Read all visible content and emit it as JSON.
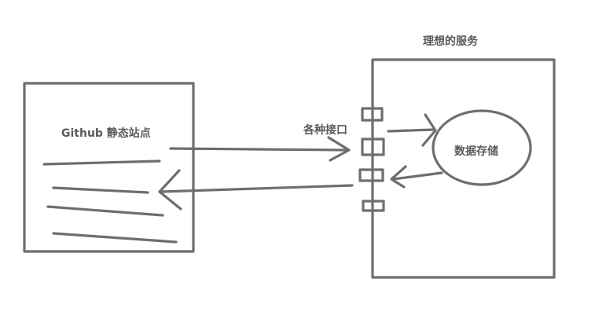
{
  "diagram": {
    "static_site": {
      "label": "Github 静态站点"
    },
    "interfaces": {
      "label": "各种接口"
    },
    "service": {
      "title": "理想的服务"
    },
    "storage": {
      "label": "数据存储"
    }
  },
  "colors": {
    "stroke": "#6e6e6e",
    "text": "#5a5a5a",
    "background": "#ffffff"
  }
}
